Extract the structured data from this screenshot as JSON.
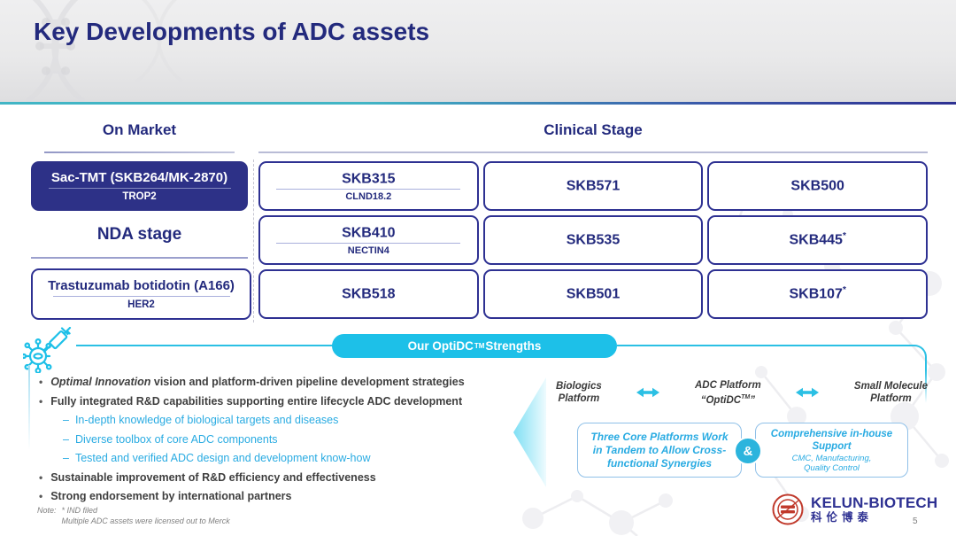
{
  "header": {
    "title": "Key Developments of ADC assets"
  },
  "sections": {
    "on_market_label": "On Market",
    "clinical_label": "Clinical Stage",
    "nda_label": "NDA stage"
  },
  "market_box": {
    "name": "Sac-TMT (SKB264/MK-2870)",
    "target": "TROP2"
  },
  "nda_box": {
    "name": "Trastuzumab botidotin (A166)",
    "target": "HER2"
  },
  "clinical_cells": [
    {
      "name": "SKB315",
      "sup": "",
      "target": "CLND18.2"
    },
    {
      "name": "SKB571",
      "sup": ""
    },
    {
      "name": "SKB500",
      "sup": ""
    },
    {
      "name": "SKB410",
      "sup": "",
      "target": "NECTIN4"
    },
    {
      "name": "SKB535",
      "sup": ""
    },
    {
      "name": "SKB445",
      "sup": "*"
    },
    {
      "name": "SKB518",
      "sup": ""
    },
    {
      "name": "SKB501",
      "sup": ""
    },
    {
      "name": "SKB107",
      "sup": "*"
    }
  ],
  "strengths": {
    "banner_prefix": "Our OptiDC",
    "banner_tm": "TM",
    "banner_suffix": " Strengths",
    "bullet1_italic": "Optimal Innovation",
    "bullet1_rest": " vision and platform-driven pipeline development strategies",
    "bullet2": "Fully integrated R&D capabilities supporting entire lifecycle ADC development",
    "sub_bullets": [
      "In-depth knowledge of biological targets and diseases",
      "Diverse toolbox of core ADC components",
      "Tested and verified ADC design and development know-how"
    ],
    "bullet3": "Sustainable improvement of R&D efficiency and effectiveness",
    "bullet4": "Strong endorsement by international partners"
  },
  "platforms": {
    "biologics_line1": "Biologics",
    "biologics_line2": "Platform",
    "adc_line1": "ADC Platform",
    "adc_open": "“OptiDC",
    "adc_tm": "TM",
    "adc_close": "”",
    "small_line1": "Small Molecule",
    "small_line2": "Platform",
    "synergy_box": "Three Core Platforms Work in Tandem to Allow Cross-functional Synergies",
    "amp": "&",
    "support_title": "Comprehensive in-house Support",
    "support_sub1": "CMC, Manufacturing,",
    "support_sub2": "Quality Control"
  },
  "footer": {
    "note_label": "Note:",
    "note_line1": "* IND filed",
    "note_line2": "Multiple ADC assets were licensed out to Merck",
    "logo_text": "KELUN-BIOTECH",
    "logo_cn": "科伦博泰",
    "page": "5"
  },
  "chars": {
    "bullet": "•",
    "dash": "–"
  },
  "colors": {
    "navy": "#2e3192",
    "navy_fill": "#2d3187",
    "title_navy": "#232a7d",
    "cyan": "#1dc0e8",
    "cyan_text": "#29abe2",
    "teal_rule": "#41b5c5",
    "body_text": "#3f3f3f",
    "note_gray": "#808080",
    "logo_red": "#c0392b"
  }
}
